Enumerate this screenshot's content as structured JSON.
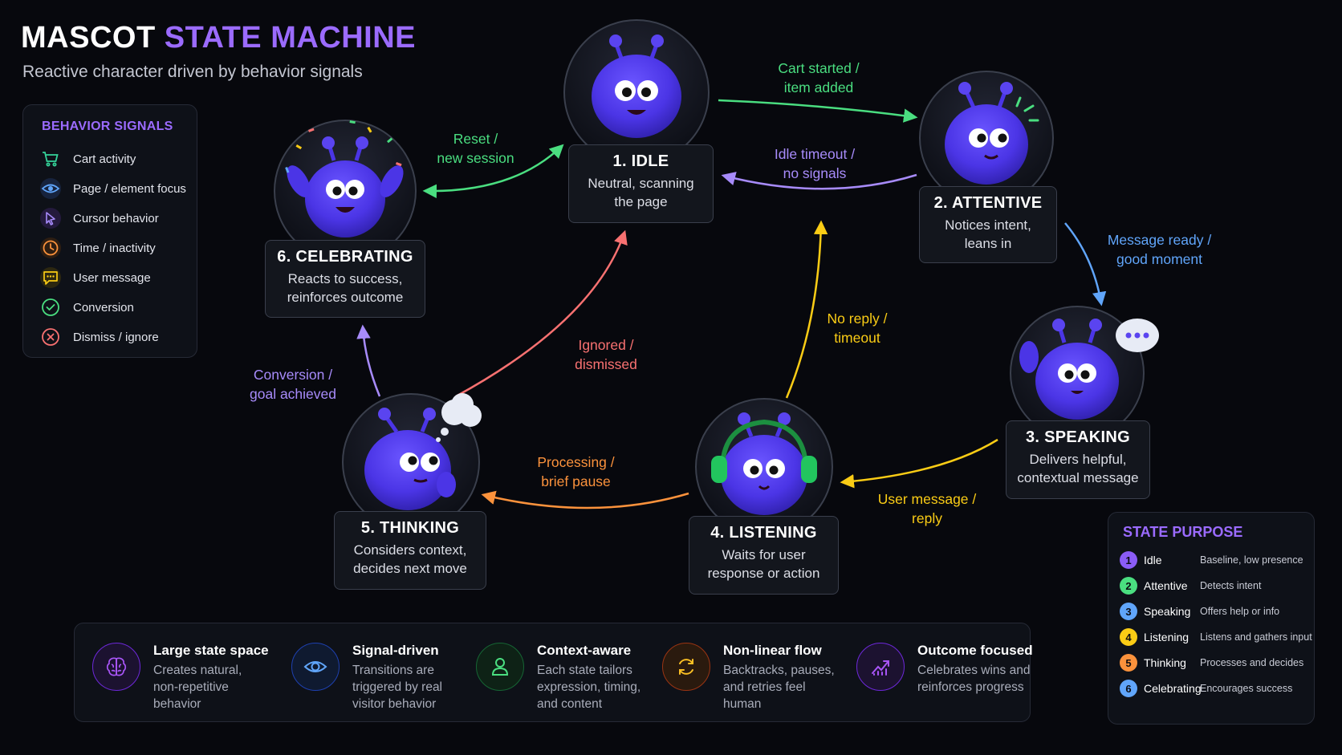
{
  "header": {
    "title_part1": "MASCOT",
    "title_part2": "STATE MACHINE",
    "subtitle": "Reactive character driven by behavior signals"
  },
  "colors": {
    "accent": "#9b6bff",
    "green": "#4ade80",
    "yellow": "#facc15",
    "blue": "#60a5fa",
    "orange": "#fb923c",
    "red": "#f87171",
    "violet": "#a78bfa",
    "mascot": "#4b35e6"
  },
  "signals": {
    "title": "BEHAVIOR SIGNALS",
    "items": [
      {
        "label": "Cart activity",
        "icon": "cart-icon",
        "color": "#34d399"
      },
      {
        "label": "Page / element focus",
        "icon": "eye-icon",
        "color": "#60a5fa"
      },
      {
        "label": "Cursor behavior",
        "icon": "cursor-icon",
        "color": "#a78bfa"
      },
      {
        "label": "Time / inactivity",
        "icon": "clock-icon",
        "color": "#fb923c"
      },
      {
        "label": "User message",
        "icon": "chat-icon",
        "color": "#facc15"
      },
      {
        "label": "Conversion",
        "icon": "check-circle-icon",
        "color": "#4ade80"
      },
      {
        "label": "Dismiss / ignore",
        "icon": "x-circle-icon",
        "color": "#f87171"
      }
    ]
  },
  "states": [
    {
      "key": "idle",
      "name": "1. IDLE",
      "line1": "Neutral, scanning",
      "line2": "the page"
    },
    {
      "key": "attentive",
      "name": "2. ATTENTIVE",
      "line1": "Notices intent,",
      "line2": "leans in"
    },
    {
      "key": "speaking",
      "name": "3. SPEAKING",
      "line1": "Delivers helpful,",
      "line2": "contextual message"
    },
    {
      "key": "listening",
      "name": "4. LISTENING",
      "line1": "Waits for user",
      "line2": "response or action"
    },
    {
      "key": "thinking",
      "name": "5. THINKING",
      "line1": "Considers context,",
      "line2": "decides next move"
    },
    {
      "key": "celebrating",
      "name": "6. CELEBRATING",
      "line1": "Reacts to success,",
      "line2": "reinforces outcome"
    }
  ],
  "transitions": [
    {
      "key": "cart",
      "line1": "Cart started /",
      "line2": "item added",
      "color": "#4ade80"
    },
    {
      "key": "idle_timeout",
      "line1": "Idle timeout /",
      "line2": "no signals",
      "color": "#a78bfa"
    },
    {
      "key": "message_ready",
      "line1": "Message ready /",
      "line2": "good moment",
      "color": "#60a5fa"
    },
    {
      "key": "user_message",
      "line1": "User message /",
      "line2": "reply",
      "color": "#facc15"
    },
    {
      "key": "no_reply",
      "line1": "No reply /",
      "line2": "timeout",
      "color": "#facc15"
    },
    {
      "key": "processing",
      "line1": "Processing /",
      "line2": "brief pause",
      "color": "#fb923c"
    },
    {
      "key": "ignored",
      "line1": "Ignored /",
      "line2": "dismissed",
      "color": "#f87171"
    },
    {
      "key": "conversion",
      "line1": "Conversion /",
      "line2": "goal achieved",
      "color": "#a78bfa"
    },
    {
      "key": "reset",
      "line1": "Reset /",
      "line2": "new session",
      "color": "#4ade80"
    }
  ],
  "purpose": {
    "title": "STATE PURPOSE",
    "items": [
      {
        "num": "1",
        "name": "Idle",
        "desc": "Baseline, low presence",
        "color": "#8b5cf6"
      },
      {
        "num": "2",
        "name": "Attentive",
        "desc": "Detects intent",
        "color": "#4ade80"
      },
      {
        "num": "3",
        "name": "Speaking",
        "desc": "Offers help or info",
        "color": "#60a5fa"
      },
      {
        "num": "4",
        "name": "Listening",
        "desc": "Listens and gathers input",
        "color": "#facc15"
      },
      {
        "num": "5",
        "name": "Thinking",
        "desc": "Processes and decides",
        "color": "#fb923c"
      },
      {
        "num": "6",
        "name": "Celebrating",
        "desc": "Encourages success",
        "color": "#60a5fa"
      }
    ]
  },
  "features": [
    {
      "title": "Large state space",
      "l1": "Creates natural,",
      "l2": "non-repetitive",
      "l3": "behavior",
      "icon": "brain-icon",
      "color": "#a855f7"
    },
    {
      "title": "Signal-driven",
      "l1": "Transitions are",
      "l2": "triggered by real",
      "l3": "visitor behavior",
      "icon": "eye-icon",
      "color": "#60a5fa"
    },
    {
      "title": "Context-aware",
      "l1": "Each state tailors",
      "l2": "expression, timing,",
      "l3": "and content",
      "icon": "user-icon",
      "color": "#4ade80"
    },
    {
      "title": "Non-linear flow",
      "l1": "Backtracks, pauses,",
      "l2": "and retries feel",
      "l3": "human",
      "icon": "refresh-icon",
      "color": "#fb923c"
    },
    {
      "title": "Outcome focused",
      "l1": "Celebrates wins and",
      "l2": "reinforces progress",
      "l3": "",
      "icon": "growth-chart-icon",
      "color": "#a855f7"
    }
  ]
}
